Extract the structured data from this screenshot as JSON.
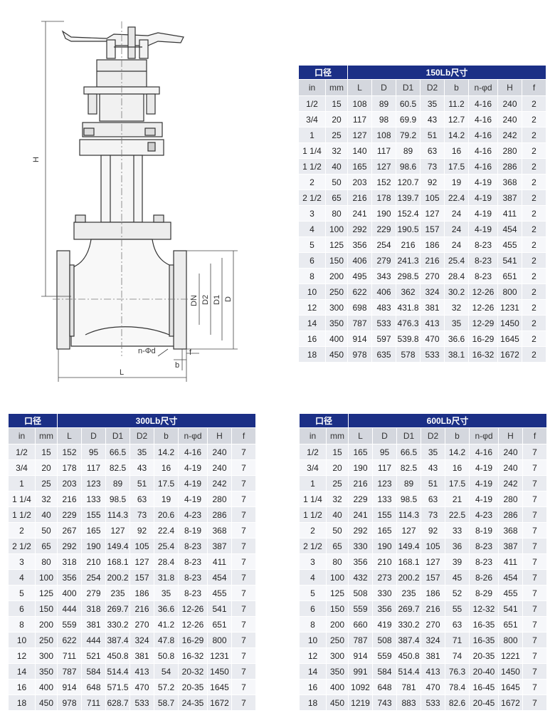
{
  "drawing": {
    "labels": {
      "H": "H",
      "L": "L",
      "DN": "DN",
      "D2": "D2",
      "D1": "D1",
      "D": "D",
      "n_phi_d": "n-Φd",
      "b": "b",
      "f": "f"
    }
  },
  "tables": [
    {
      "id": "150",
      "header_left": "口径",
      "header_right": "150Lb尺寸",
      "columns": [
        "in",
        "mm",
        "L",
        "D",
        "D1",
        "D2",
        "b",
        "n-φd",
        "H",
        "f"
      ],
      "rows": [
        [
          "1/2",
          "15",
          "108",
          "89",
          "60.5",
          "35",
          "11.2",
          "4-16",
          "240",
          "2"
        ],
        [
          "3/4",
          "20",
          "117",
          "98",
          "69.9",
          "43",
          "12.7",
          "4-16",
          "240",
          "2"
        ],
        [
          "1",
          "25",
          "127",
          "108",
          "79.2",
          "51",
          "14.2",
          "4-16",
          "242",
          "2"
        ],
        [
          "1 1/4",
          "32",
          "140",
          "117",
          "89",
          "63",
          "16",
          "4-16",
          "280",
          "2"
        ],
        [
          "1 1/2",
          "40",
          "165",
          "127",
          "98.6",
          "73",
          "17.5",
          "4-16",
          "286",
          "2"
        ],
        [
          "2",
          "50",
          "203",
          "152",
          "120.7",
          "92",
          "19",
          "4-19",
          "368",
          "2"
        ],
        [
          "2 1/2",
          "65",
          "216",
          "178",
          "139.7",
          "105",
          "22.4",
          "4-19",
          "387",
          "2"
        ],
        [
          "3",
          "80",
          "241",
          "190",
          "152.4",
          "127",
          "24",
          "4-19",
          "411",
          "2"
        ],
        [
          "4",
          "100",
          "292",
          "229",
          "190.5",
          "157",
          "24",
          "4-19",
          "454",
          "2"
        ],
        [
          "5",
          "125",
          "356",
          "254",
          "216",
          "186",
          "24",
          "8-23",
          "455",
          "2"
        ],
        [
          "6",
          "150",
          "406",
          "279",
          "241.3",
          "216",
          "25.4",
          "8-23",
          "541",
          "2"
        ],
        [
          "8",
          "200",
          "495",
          "343",
          "298.5",
          "270",
          "28.4",
          "8-23",
          "651",
          "2"
        ],
        [
          "10",
          "250",
          "622",
          "406",
          "362",
          "324",
          "30.2",
          "12-26",
          "800",
          "2"
        ],
        [
          "12",
          "300",
          "698",
          "483",
          "431.8",
          "381",
          "32",
          "12-26",
          "1231",
          "2"
        ],
        [
          "14",
          "350",
          "787",
          "533",
          "476.3",
          "413",
          "35",
          "12-29",
          "1450",
          "2"
        ],
        [
          "16",
          "400",
          "914",
          "597",
          "539.8",
          "470",
          "36.6",
          "16-29",
          "1645",
          "2"
        ],
        [
          "18",
          "450",
          "978",
          "635",
          "578",
          "533",
          "38.1",
          "16-32",
          "1672",
          "2"
        ]
      ]
    },
    {
      "id": "300",
      "header_left": "口径",
      "header_right": "300Lb尺寸",
      "columns": [
        "in",
        "mm",
        "L",
        "D",
        "D1",
        "D2",
        "b",
        "n-φd",
        "H",
        "f"
      ],
      "rows": [
        [
          "1/2",
          "15",
          "152",
          "95",
          "66.5",
          "35",
          "14.2",
          "4-16",
          "240",
          "7"
        ],
        [
          "3/4",
          "20",
          "178",
          "117",
          "82.5",
          "43",
          "16",
          "4-19",
          "240",
          "7"
        ],
        [
          "1",
          "25",
          "203",
          "123",
          "89",
          "51",
          "17.5",
          "4-19",
          "242",
          "7"
        ],
        [
          "1 1/4",
          "32",
          "216",
          "133",
          "98.5",
          "63",
          "19",
          "4-19",
          "280",
          "7"
        ],
        [
          "1 1/2",
          "40",
          "229",
          "155",
          "114.3",
          "73",
          "20.6",
          "4-23",
          "286",
          "7"
        ],
        [
          "2",
          "50",
          "267",
          "165",
          "127",
          "92",
          "22.4",
          "8-19",
          "368",
          "7"
        ],
        [
          "2 1/2",
          "65",
          "292",
          "190",
          "149.4",
          "105",
          "25.4",
          "8-23",
          "387",
          "7"
        ],
        [
          "3",
          "80",
          "318",
          "210",
          "168.1",
          "127",
          "28.4",
          "8-23",
          "411",
          "7"
        ],
        [
          "4",
          "100",
          "356",
          "254",
          "200.2",
          "157",
          "31.8",
          "8-23",
          "454",
          "7"
        ],
        [
          "5",
          "125",
          "400",
          "279",
          "235",
          "186",
          "35",
          "8-23",
          "455",
          "7"
        ],
        [
          "6",
          "150",
          "444",
          "318",
          "269.7",
          "216",
          "36.6",
          "12-26",
          "541",
          "7"
        ],
        [
          "8",
          "200",
          "559",
          "381",
          "330.2",
          "270",
          "41.2",
          "12-26",
          "651",
          "7"
        ],
        [
          "10",
          "250",
          "622",
          "444",
          "387.4",
          "324",
          "47.8",
          "16-29",
          "800",
          "7"
        ],
        [
          "12",
          "300",
          "711",
          "521",
          "450.8",
          "381",
          "50.8",
          "16-32",
          "1231",
          "7"
        ],
        [
          "14",
          "350",
          "787",
          "584",
          "514.4",
          "413",
          "54",
          "20-32",
          "1450",
          "7"
        ],
        [
          "16",
          "400",
          "914",
          "648",
          "571.5",
          "470",
          "57.2",
          "20-35",
          "1645",
          "7"
        ],
        [
          "18",
          "450",
          "978",
          "711",
          "628.7",
          "533",
          "58.7",
          "24-35",
          "1672",
          "7"
        ]
      ]
    },
    {
      "id": "600",
      "header_left": "口径",
      "header_right": "600Lb尺寸",
      "columns": [
        "in",
        "mm",
        "L",
        "D",
        "D1",
        "D2",
        "b",
        "n-φd",
        "H",
        "f"
      ],
      "rows": [
        [
          "1/2",
          "15",
          "165",
          "95",
          "66.5",
          "35",
          "14.2",
          "4-16",
          "240",
          "7"
        ],
        [
          "3/4",
          "20",
          "190",
          "117",
          "82.5",
          "43",
          "16",
          "4-19",
          "240",
          "7"
        ],
        [
          "1",
          "25",
          "216",
          "123",
          "89",
          "51",
          "17.5",
          "4-19",
          "242",
          "7"
        ],
        [
          "1 1/4",
          "32",
          "229",
          "133",
          "98.5",
          "63",
          "21",
          "4-19",
          "280",
          "7"
        ],
        [
          "1 1/2",
          "40",
          "241",
          "155",
          "114.3",
          "73",
          "22.5",
          "4-23",
          "286",
          "7"
        ],
        [
          "2",
          "50",
          "292",
          "165",
          "127",
          "92",
          "33",
          "8-19",
          "368",
          "7"
        ],
        [
          "2 1/2",
          "65",
          "330",
          "190",
          "149.4",
          "105",
          "36",
          "8-23",
          "387",
          "7"
        ],
        [
          "3",
          "80",
          "356",
          "210",
          "168.1",
          "127",
          "39",
          "8-23",
          "411",
          "7"
        ],
        [
          "4",
          "100",
          "432",
          "273",
          "200.2",
          "157",
          "45",
          "8-26",
          "454",
          "7"
        ],
        [
          "5",
          "125",
          "508",
          "330",
          "235",
          "186",
          "52",
          "8-29",
          "455",
          "7"
        ],
        [
          "6",
          "150",
          "559",
          "356",
          "269.7",
          "216",
          "55",
          "12-32",
          "541",
          "7"
        ],
        [
          "8",
          "200",
          "660",
          "419",
          "330.2",
          "270",
          "63",
          "16-35",
          "651",
          "7"
        ],
        [
          "10",
          "250",
          "787",
          "508",
          "387.4",
          "324",
          "71",
          "16-35",
          "800",
          "7"
        ],
        [
          "12",
          "300",
          "914",
          "559",
          "450.8",
          "381",
          "74",
          "20-35",
          "1221",
          "7"
        ],
        [
          "14",
          "350",
          "991",
          "584",
          "514.4",
          "413",
          "76.3",
          "20-40",
          "1450",
          "7"
        ],
        [
          "16",
          "400",
          "1092",
          "648",
          "781",
          "470",
          "78.4",
          "16-45",
          "1645",
          "7"
        ],
        [
          "18",
          "450",
          "1219",
          "743",
          "883",
          "533",
          "82.6",
          "20-45",
          "1672",
          "7"
        ]
      ]
    }
  ]
}
